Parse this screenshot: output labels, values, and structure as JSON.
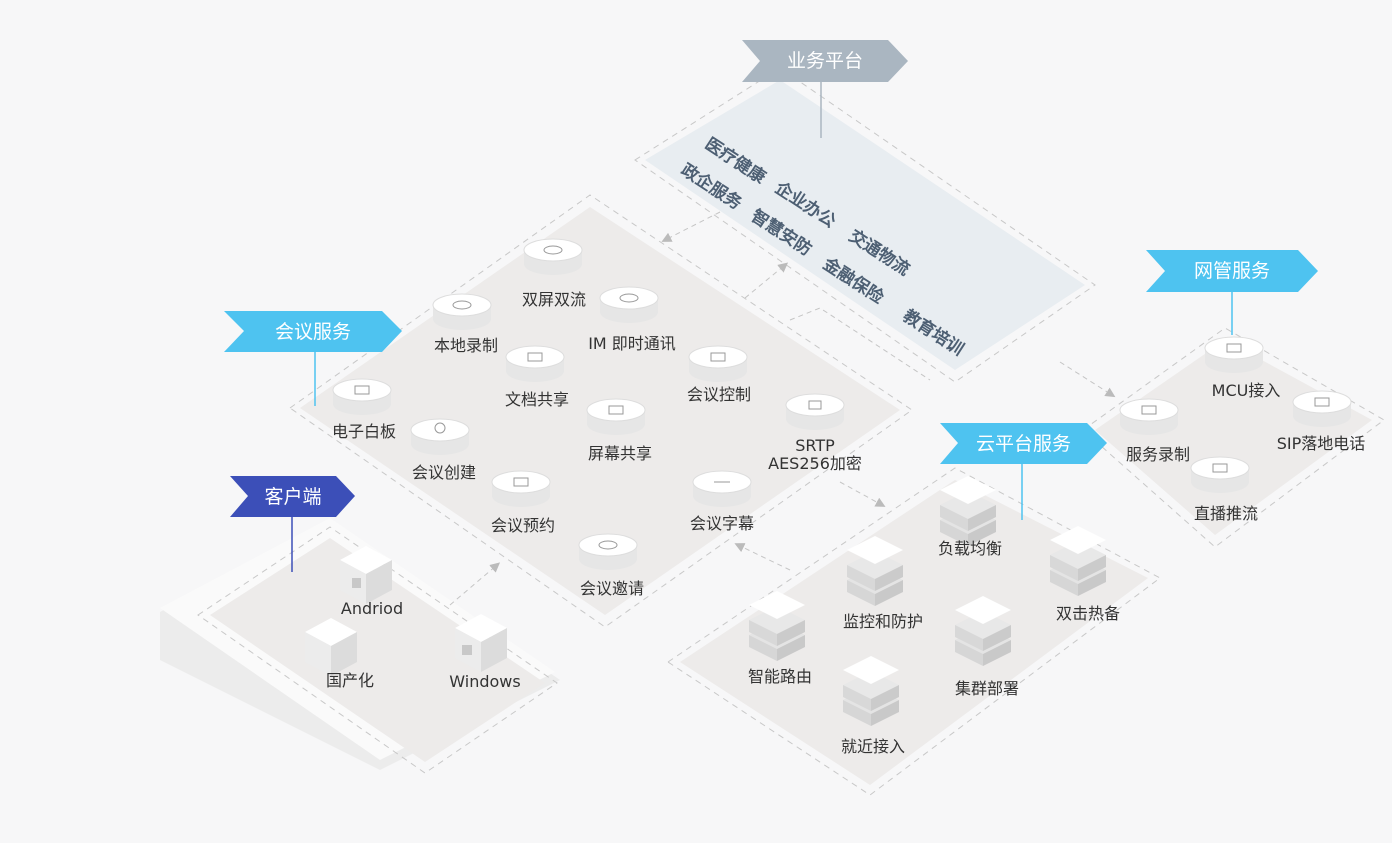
{
  "tags": {
    "business_platform": "业务平台",
    "meeting_service": "会议服务",
    "client": "客户端",
    "cloud_service": "云平台服务",
    "network_mgmt": "网管服务"
  },
  "business_items": [
    "医疗健康",
    "企业办公",
    "交通物流",
    "政企服务",
    "智慧安防",
    "金融保险",
    "教育培训"
  ],
  "meeting_items": [
    "双屏双流",
    "本地录制",
    "IM 即时通讯",
    "文档共享",
    "会议控制",
    "电子白板",
    "屏幕共享",
    "SRTP",
    "AES256加密",
    "会议创建",
    "会议预约",
    "会议字幕",
    "会议邀请"
  ],
  "client_items": [
    "Andriod",
    "国产化",
    "Windows"
  ],
  "cloud_items": [
    "负载均衡",
    "双击热备",
    "监控和防护",
    "智能路由",
    "集群部署",
    "就近接入"
  ],
  "netmgmt_items": [
    "MCU接入",
    "服务录制",
    "SIP落地电话",
    "直播推流"
  ],
  "colors": {
    "tag_blue": "#4ec3f0",
    "tag_gray": "#aab6c1",
    "tag_indigo": "#3c4fb8",
    "panel": "#efeeee",
    "biz_panel": "#e8edf1"
  }
}
